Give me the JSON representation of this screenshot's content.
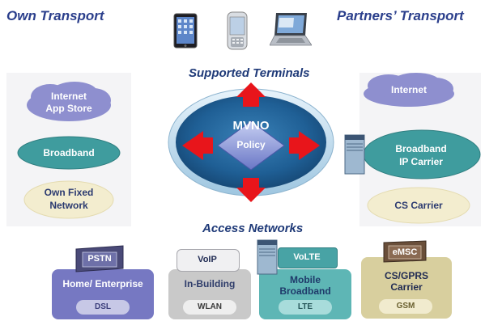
{
  "headings": {
    "own_transport": "Own Transport",
    "partners_transport": "Partners’ Transport",
    "supported_terminals": "Supported Terminals",
    "access_networks": "Access Networks"
  },
  "center": {
    "title": "MVNO",
    "policy": "Policy"
  },
  "left_column": {
    "cloud": "Internet\nApp Store",
    "broadband": "Broadband",
    "fixed": "Own Fixed\nNetwork"
  },
  "right_column": {
    "cloud": "Internet",
    "broadband": "Broadband\nIP Carrier",
    "cs": "CS Carrier"
  },
  "terminals": [
    "tablet-icon",
    "smartphone-icon",
    "laptop-icon"
  ],
  "access": [
    {
      "device": "PSTN",
      "title": "Home/ Enterprise",
      "pill": "DSL"
    },
    {
      "device": "VoIP",
      "title": "In-Building",
      "pill": "WLAN"
    },
    {
      "device": "VoLTE",
      "title": "Mobile\nBroadband",
      "pill": "LTE"
    },
    {
      "device": "eMSC",
      "title": "CS/GPRS\nCarrier",
      "pill": "GSM"
    }
  ],
  "colors": {
    "heading": "#2b3f8c",
    "arrow": "#e8151b",
    "teal": "#3f9c9e",
    "cloud": "#8e8fcf",
    "cream": "#f3edcf",
    "home_box": "#7678c2",
    "building_box": "#c9c9c9",
    "lte_box": "#5eb6b5",
    "gsm_box": "#d8cf9e"
  }
}
